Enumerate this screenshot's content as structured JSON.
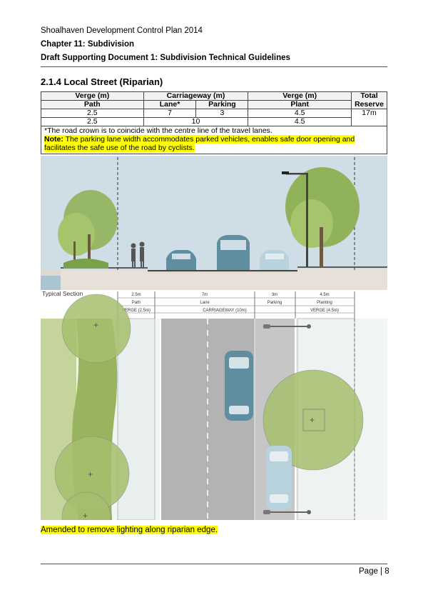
{
  "header": {
    "line1": "Shoalhaven Development Control Plan 2014",
    "line2": "Chapter 11: Subdivision",
    "line3": "Draft Supporting Document 1: Subdivision Technical Guidelines"
  },
  "section_title": "2.1.4  Local Street (Riparian)",
  "table": {
    "head1": {
      "verge_left": "Verge (m)",
      "carriageway": "Carriageway (m)",
      "verge_right": "Verge (m)",
      "total": "Total"
    },
    "head2": {
      "path": "Path",
      "lane": "Lane*",
      "parking": "Parking",
      "plant": "Plant",
      "reserve": "Reserve"
    },
    "row1": {
      "path": "2.5",
      "lane": "7",
      "parking": "3",
      "plant": "4.5",
      "reserve": "17m"
    },
    "row2": {
      "path": "2.5",
      "carriageway": "10",
      "plant": "4.5"
    }
  },
  "notes": {
    "crown": "*The road crown is to coincide with the centre line of the travel lanes.",
    "note_label": "Note:",
    "note_text": " The parking lane width accommodates parked vehicles, enables safe door opening and facilitates the safe use of the road by cyclists."
  },
  "figure": {
    "typical_section": "Typical Section",
    "dims": [
      "2.5m",
      "7m",
      "3m",
      "4.5m"
    ],
    "sublabels": [
      "Path",
      "Lane",
      "Parking",
      "Planting"
    ],
    "groups": [
      "VERGE (2.5m)",
      "CARRIAGEWAY (10m)",
      "VERGE (4.5m)"
    ]
  },
  "amendment": "Amended to remove lighting along riparian edge.",
  "footer": "Page | 8",
  "colors": {
    "highlight": "#ffff00",
    "sky": "#cfdde6",
    "road": "#b3b3b3",
    "tree": "#9fba6a",
    "car": "#5f8ea0"
  }
}
